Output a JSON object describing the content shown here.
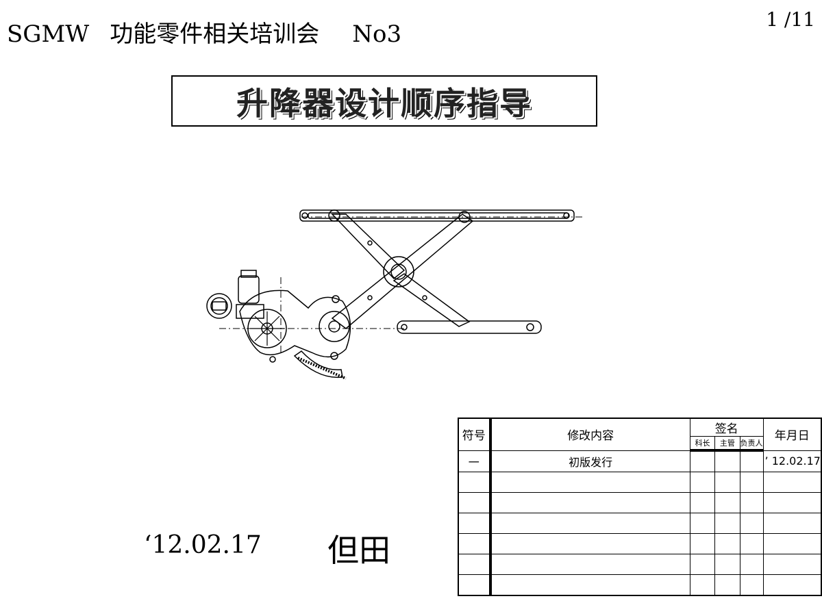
{
  "header": {
    "company": "SGMW",
    "meeting": "功能零件相关培训会",
    "number": "No3",
    "page": "1 /11"
  },
  "title": "升降器设计顺序指导",
  "footer": {
    "date": "‘12.02.17",
    "author": "但田"
  },
  "revision_table": {
    "col_symbol": "符号",
    "col_content": "修改内容",
    "col_sign": "签名",
    "sign_sub": [
      "科长",
      "主管",
      "负责人"
    ],
    "col_date": "年月日",
    "rows": [
      {
        "symbol": "一",
        "content": "初版发行",
        "date": "’ 12.02.17"
      },
      {
        "symbol": "",
        "content": "",
        "date": ""
      },
      {
        "symbol": "",
        "content": "",
        "date": ""
      },
      {
        "symbol": "",
        "content": "",
        "date": ""
      },
      {
        "symbol": "",
        "content": "",
        "date": ""
      },
      {
        "symbol": "",
        "content": "",
        "date": ""
      },
      {
        "symbol": "",
        "content": "",
        "date": ""
      }
    ]
  }
}
